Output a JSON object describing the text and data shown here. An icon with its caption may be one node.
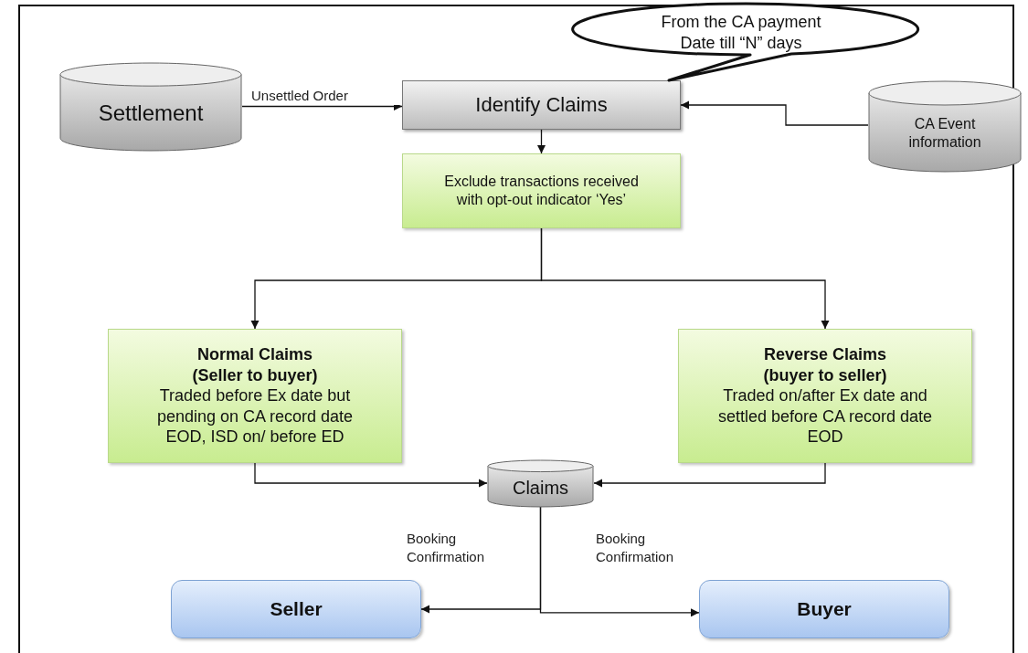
{
  "diagram": {
    "nodes": [
      {
        "text": [
          "Settlement"
        ]
      },
      {
        "text": [
          "Identify Claims"
        ]
      },
      {
        "text": [
          "From the CA payment Date till “N” days"
        ]
      },
      {
        "text": [
          "CA Event information"
        ]
      },
      {
        "text": [
          "Exclude transactions received with opt-out indicator ‘Yes’"
        ]
      },
      {
        "text": [
          "Normal Claims (Seller to buyer)",
          "Traded before Ex date but pending on CA record date EOD, ISD on/ before ED"
        ]
      },
      {
        "text": [
          "Reverse Claims (buyer to seller)",
          "Traded on/after Ex date and settled before CA record date EOD"
        ]
      },
      {
        "text": [
          "Claims"
        ]
      },
      {
        "text": [
          "Seller"
        ]
      },
      {
        "text": [
          "Buyer"
        ]
      }
    ],
    "edges": [
      {
        "from": 0,
        "to": 1,
        "arrow": "to",
        "label": "Unsettled Order"
      },
      {
        "from": 3,
        "to": 1,
        "arrow": "to"
      },
      {
        "from": 1,
        "to": 4,
        "arrow": "to"
      },
      {
        "from": 4,
        "to": 5,
        "arrow": "to"
      },
      {
        "from": 4,
        "to": 6,
        "arrow": "to"
      },
      {
        "from": 5,
        "to": 7,
        "arrow": "to"
      },
      {
        "from": 6,
        "to": 7,
        "arrow": "to"
      },
      {
        "from": 7,
        "to": 8,
        "arrow": "to",
        "label": "Booking Confirmation"
      },
      {
        "from": 7,
        "to": 9,
        "arrow": "to",
        "label": "Booking Confirmation"
      }
    ]
  }
}
